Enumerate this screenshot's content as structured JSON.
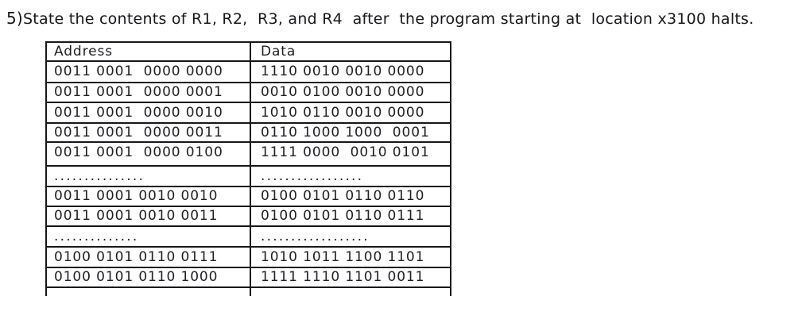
{
  "question": {
    "number": "5)",
    "text": "State the contents of R1, R2,  R3, and R4  after  the program starting at  location x3100 halts."
  },
  "memory_table": {
    "columns": [
      "Address",
      "Data"
    ],
    "rows": [
      {
        "type": "value",
        "address": "0011 0001  0000 0000",
        "data": "1110 0010 0010 0000"
      },
      {
        "type": "value",
        "address": "0011 0001  0000 0001",
        "data": "0010 0100 0010 0000"
      },
      {
        "type": "value",
        "address": "0011 0001  0000 0010",
        "data": "1010 0110 0010 0000"
      },
      {
        "type": "value",
        "address": "0011 0001  0000 0011",
        "data": "0110 1000 1000  0001"
      },
      {
        "type": "value_tall",
        "address": "0011 0001  0000 0100",
        "data": "1111 0000  0010 0101"
      },
      {
        "type": "ellipsis",
        "address": "...............",
        "data": "................."
      },
      {
        "type": "value",
        "address": "0011 0001 0010 0010",
        "data": "0100 0101 0110 0110"
      },
      {
        "type": "value",
        "address": "0011 0001 0010 0011",
        "data": "0100 0101 0110 0111"
      },
      {
        "type": "ellipsis",
        "address": "..............",
        "data": ".................."
      },
      {
        "type": "value",
        "address": "0100 0101 0110 0111",
        "data": "1010 1011 1100 1101"
      },
      {
        "type": "value",
        "address": "0100 0101 0110 1000",
        "data": "1111 1110 1101 0011"
      }
    ]
  },
  "colors": {
    "text": "#1f1f24",
    "border": "#17171b",
    "background": "#ffffff"
  }
}
